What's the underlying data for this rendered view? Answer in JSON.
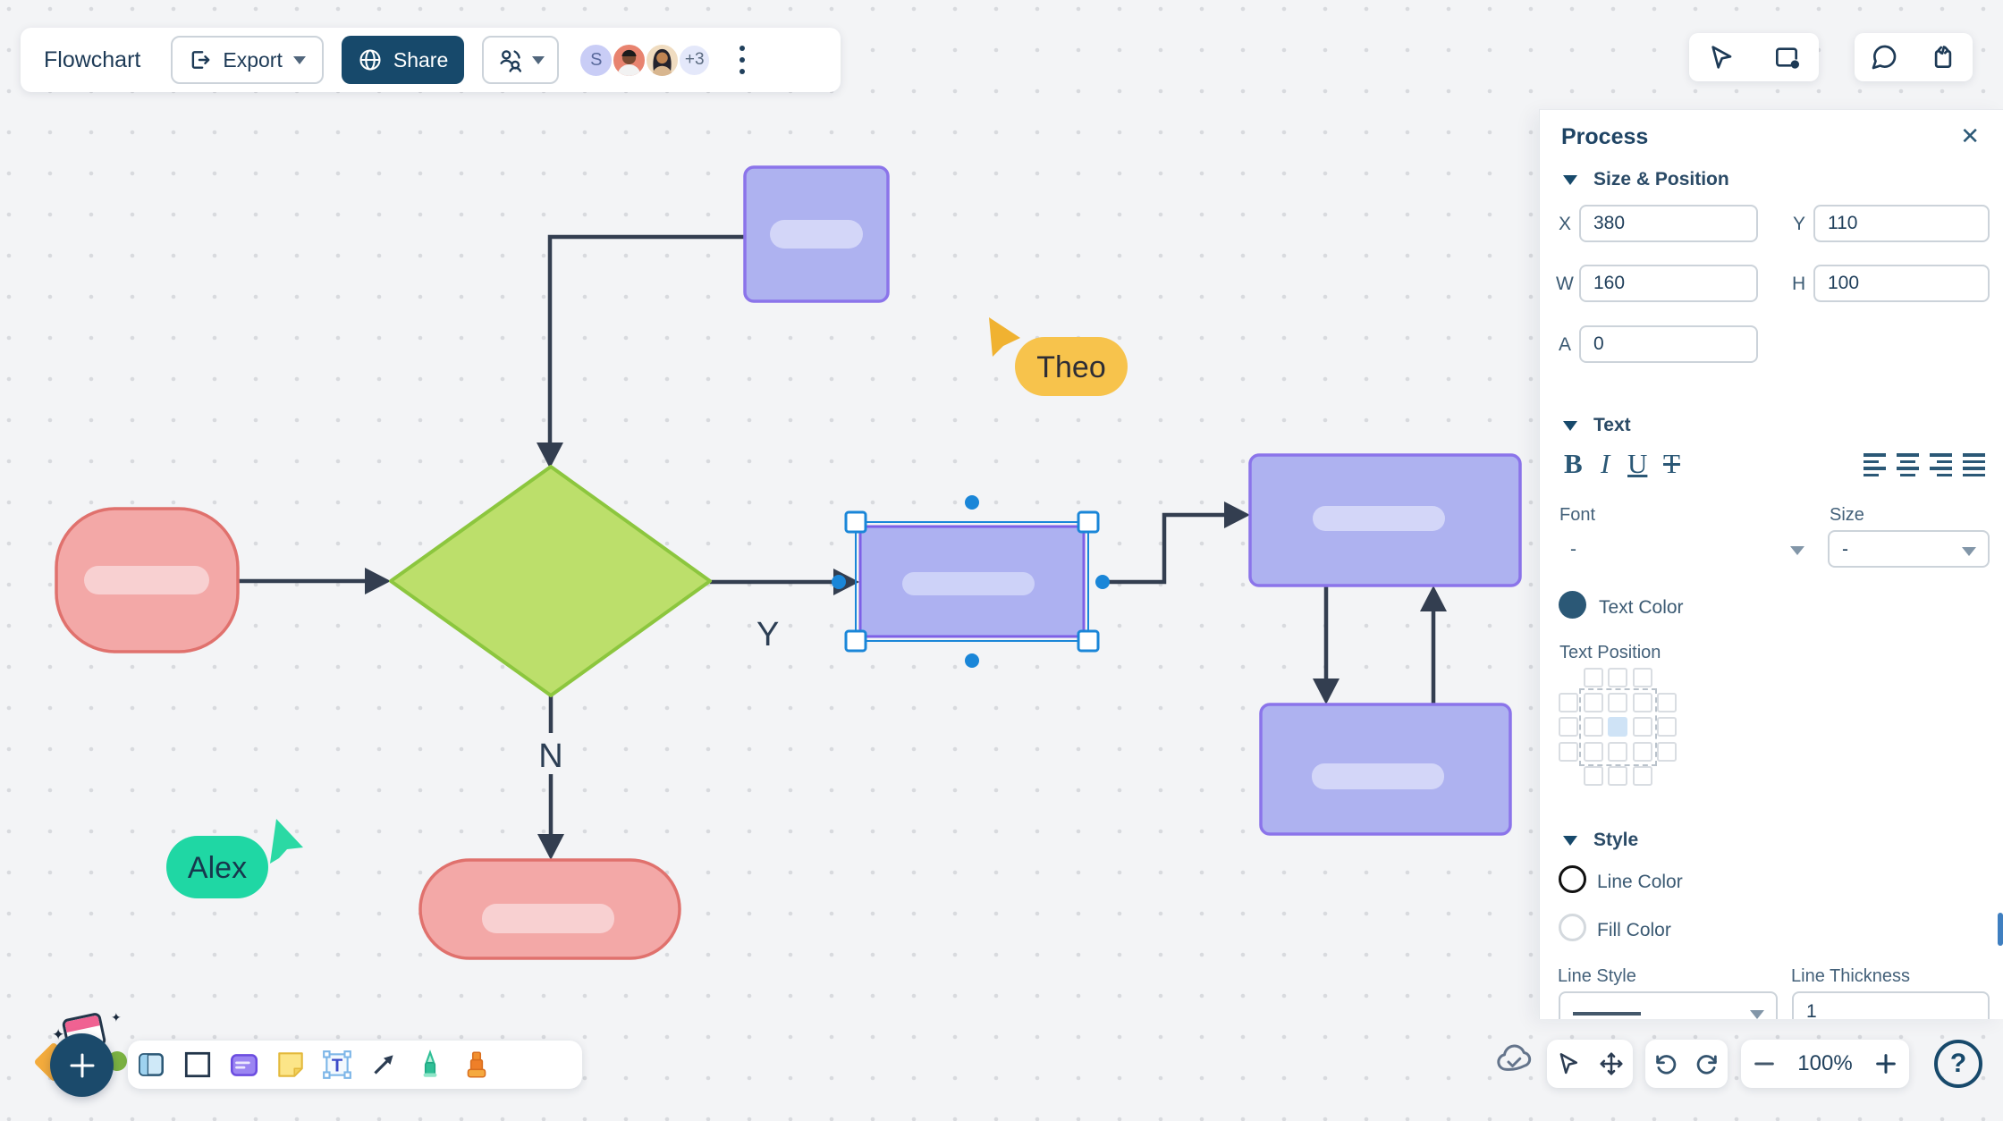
{
  "toolbar": {
    "title": "Flowchart",
    "export_label": "Export",
    "share_label": "Share",
    "avatar_initial": "S",
    "avatar_overflow": "+3"
  },
  "panel": {
    "title": "Process",
    "size": {
      "header": "Size & Position",
      "x_label": "X",
      "x_value": "380",
      "y_label": "Y",
      "y_value": "110",
      "w_label": "W",
      "w_value": "160",
      "h_label": "H",
      "h_value": "100",
      "a_label": "A",
      "a_value": "0"
    },
    "text": {
      "header": "Text",
      "bold": "B",
      "italic": "I",
      "underline": "U",
      "strike": "T",
      "font_label": "Font",
      "font_value": "-",
      "size_label": "Size",
      "size_value": "-",
      "color_label": "Text Color",
      "position_label": "Text Position"
    },
    "style": {
      "header": "Style",
      "line_color_label": "Line Color",
      "fill_color_label": "Fill Color",
      "line_style_label": "Line Style",
      "thickness_label": "Line Thickness",
      "thickness_value": "1"
    }
  },
  "canvas": {
    "label_yes": "Y",
    "label_no": "N",
    "cursor_1_name": "Theo",
    "cursor_2_name": "Alex"
  },
  "bottom_right": {
    "zoom_level": "100%"
  },
  "colors": {
    "node_purple_fill": "#aeb2f0",
    "node_purple_border": "#8b74ea",
    "node_green_fill": "#bcdf6b",
    "node_green_border": "#8cc63e",
    "node_red_fill": "#f3a8a7",
    "node_red_border": "#e0716d",
    "arrow": "#333e50",
    "selection_blue": "#1a86d8",
    "cursor_theo": "#f0b231",
    "bubble_theo": "#f7c34c",
    "cursor_alex": "#2bd9a4",
    "bubble_alex": "#1fd7a4",
    "accent_navy": "#17496b"
  }
}
